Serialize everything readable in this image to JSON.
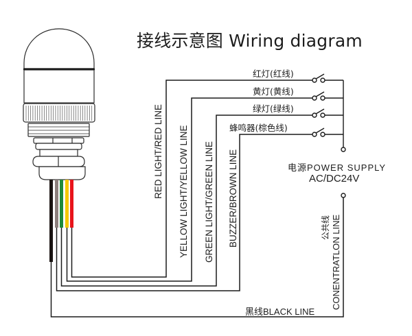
{
  "title": "接线示意图 Wiring diagram",
  "switch_labels": [
    {
      "id": "red",
      "text": "红灯(红线)"
    },
    {
      "id": "yellow",
      "text": "黄灯(黄线)"
    },
    {
      "id": "green",
      "text": "绿灯(绿线)"
    },
    {
      "id": "buzzer",
      "text": "蜂鸣器(棕色线)"
    }
  ],
  "wire_labels": {
    "red": "RED LIGHT/RED LINE",
    "yellow": "YELLOW LIGHT/YELLOW LINE",
    "green": "GREEN LIGHT/GREEN LINE",
    "buzzer": "BUZZER/BROWN LINE",
    "black": "黑线BLACK LINE",
    "common_cn": "公共线",
    "common_en": "CONENTRATLON LINE"
  },
  "power_supply": {
    "label": "电源POWER SUPPLY",
    "voltage": "AC/DC24V"
  },
  "wire_colors": {
    "red": "#e8141b",
    "yellow": "#f5c800",
    "green": "#1f8a3a",
    "brown": "#8c7f7c",
    "black": "#1a1412"
  }
}
